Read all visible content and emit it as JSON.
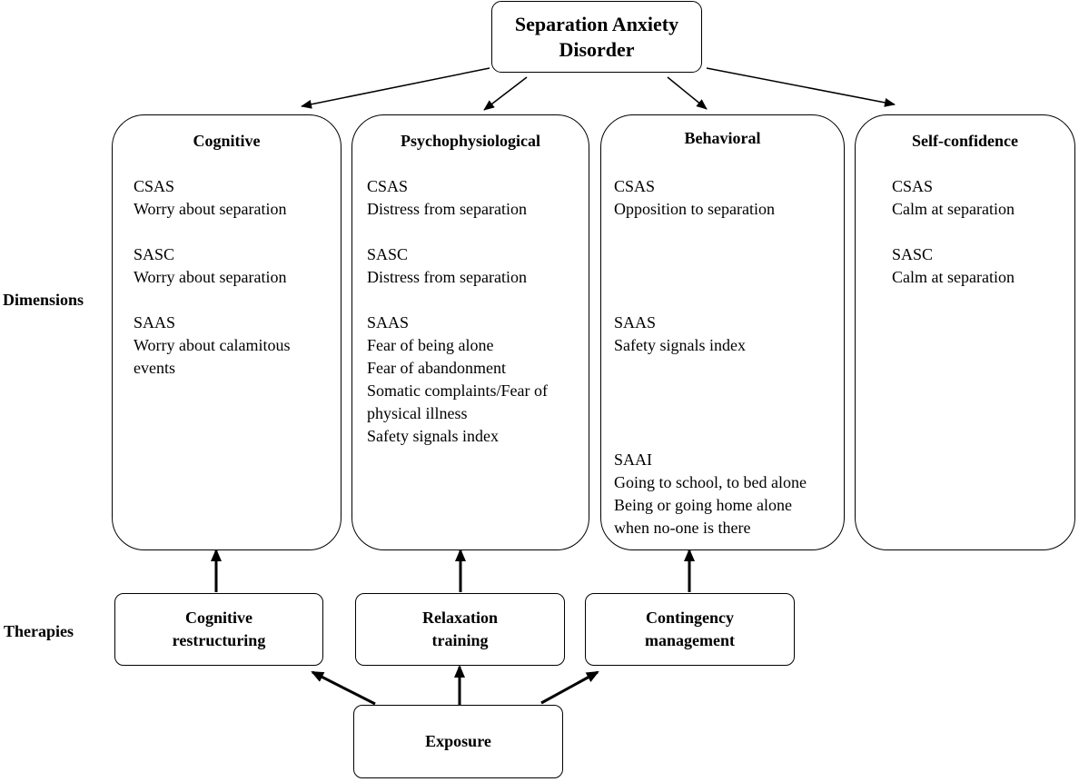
{
  "root": {
    "lines": [
      "Separation Anxiety",
      "Disorder"
    ]
  },
  "side_labels": {
    "dimensions": "Dimensions",
    "therapies": "Therapies"
  },
  "dimensions": [
    {
      "title": "Cognitive",
      "groups": [
        {
          "scale": "CSAS",
          "items": [
            "Worry about separation"
          ]
        },
        {
          "scale": "SASC",
          "items": [
            "Worry about separation"
          ]
        },
        {
          "scale": "SAAS",
          "items": [
            "Worry about calamitous",
            "events"
          ]
        }
      ]
    },
    {
      "title": "Psychophysiological",
      "groups": [
        {
          "scale": "CSAS",
          "items": [
            "Distress from separation"
          ]
        },
        {
          "scale": "SASC",
          "items": [
            "Distress from separation"
          ]
        },
        {
          "scale": "SAAS",
          "items": [
            "Fear of being alone",
            "Fear of abandonment",
            "Somatic complaints/Fear of",
            "physical illness",
            "Safety signals index"
          ]
        }
      ]
    },
    {
      "title": "Behavioral",
      "groups": [
        {
          "scale": "CSAS",
          "items": [
            "Opposition to separation"
          ]
        },
        {
          "scale": "SAAS",
          "items": [
            "Safety signals index"
          ]
        },
        {
          "scale": "SAAI",
          "items": [
            "Going to school, to bed alone",
            "Being or going home alone",
            "when no-one is there"
          ]
        }
      ]
    },
    {
      "title": "Self-confidence",
      "groups": [
        {
          "scale": "CSAS",
          "items": [
            "Calm at separation"
          ]
        },
        {
          "scale": "SASC",
          "items": [
            "Calm at separation"
          ]
        }
      ]
    }
  ],
  "therapies": [
    {
      "lines": [
        "Cognitive",
        "restructuring"
      ]
    },
    {
      "lines": [
        "Relaxation",
        "training"
      ]
    },
    {
      "lines": [
        "Contingency",
        "management"
      ]
    }
  ],
  "exposure": {
    "label": "Exposure"
  }
}
